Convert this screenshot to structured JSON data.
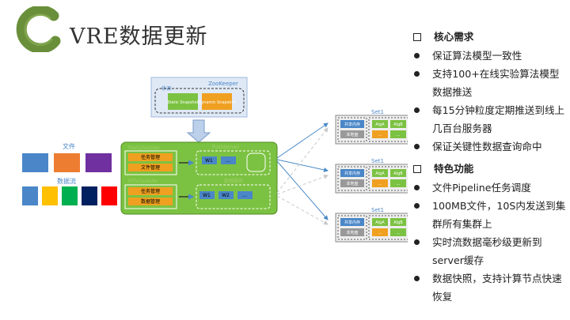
{
  "title": "VRE数据更新",
  "colors": {
    "logo_green": "#6a8f3a",
    "green_fill": "#7cc242",
    "blue_box": "#4a86c8",
    "orange": "#f0a020",
    "teal_arrow": "#4a8ac8"
  },
  "left": {
    "file_label": "文件",
    "stream_label": "数据流",
    "file_colors": [
      "#4a86c8",
      "#ed7d31",
      "#7030a0"
    ],
    "stream_colors": [
      "#4a86c8",
      "#ffc000",
      "#00b050",
      "#002060",
      "#ff0000"
    ]
  },
  "zookeeper": {
    "label": "ZooKeeper",
    "left_label": "协调",
    "static_label": "Static Snapshot",
    "dynamic_label": "Dynamic Snapshot"
  },
  "core": {
    "file_scheduler": "FileScheduler",
    "push_server": "PushServer",
    "rt_scheduler": "RTScheduler",
    "data_server": "数据服务",
    "fs_items": [
      "任务管理",
      "文件管理"
    ],
    "rt_items": [
      "任务管理",
      "数据管理"
    ],
    "ps_items": [
      "W1",
      "…"
    ],
    "ds_items": [
      "W1",
      "W2",
      "…"
    ]
  },
  "sets": [
    {
      "label": "Set1",
      "items": [
        "共享内存",
        "本地盘",
        "AlgA",
        "AlgB",
        "…",
        "…"
      ]
    },
    {
      "label": "Set1",
      "items": [
        "共享内存",
        "本地盘",
        "AlgA",
        "AlgB",
        "…",
        "…"
      ]
    },
    {
      "label": "Set1",
      "items": [
        "共享内存",
        "本地盘",
        "AlgA",
        "AlgB",
        "…",
        "…"
      ]
    }
  ],
  "sections": [
    {
      "heading": "核心需求",
      "items": [
        "保证算法模型一致性",
        "支持100+在线实验算法模型数据推送",
        "每15分钟粒度定期推送到线上几百台服务器",
        "保证关键性数据查询命中"
      ]
    },
    {
      "heading": "特色功能",
      "items": [
        "文件Pipeline任务调度",
        "100MB文件，10S内发送到集群所有集群上",
        "实时流数据毫秒级更新到server缓存",
        "数据快照，支持计算节点快速恢复"
      ]
    }
  ]
}
